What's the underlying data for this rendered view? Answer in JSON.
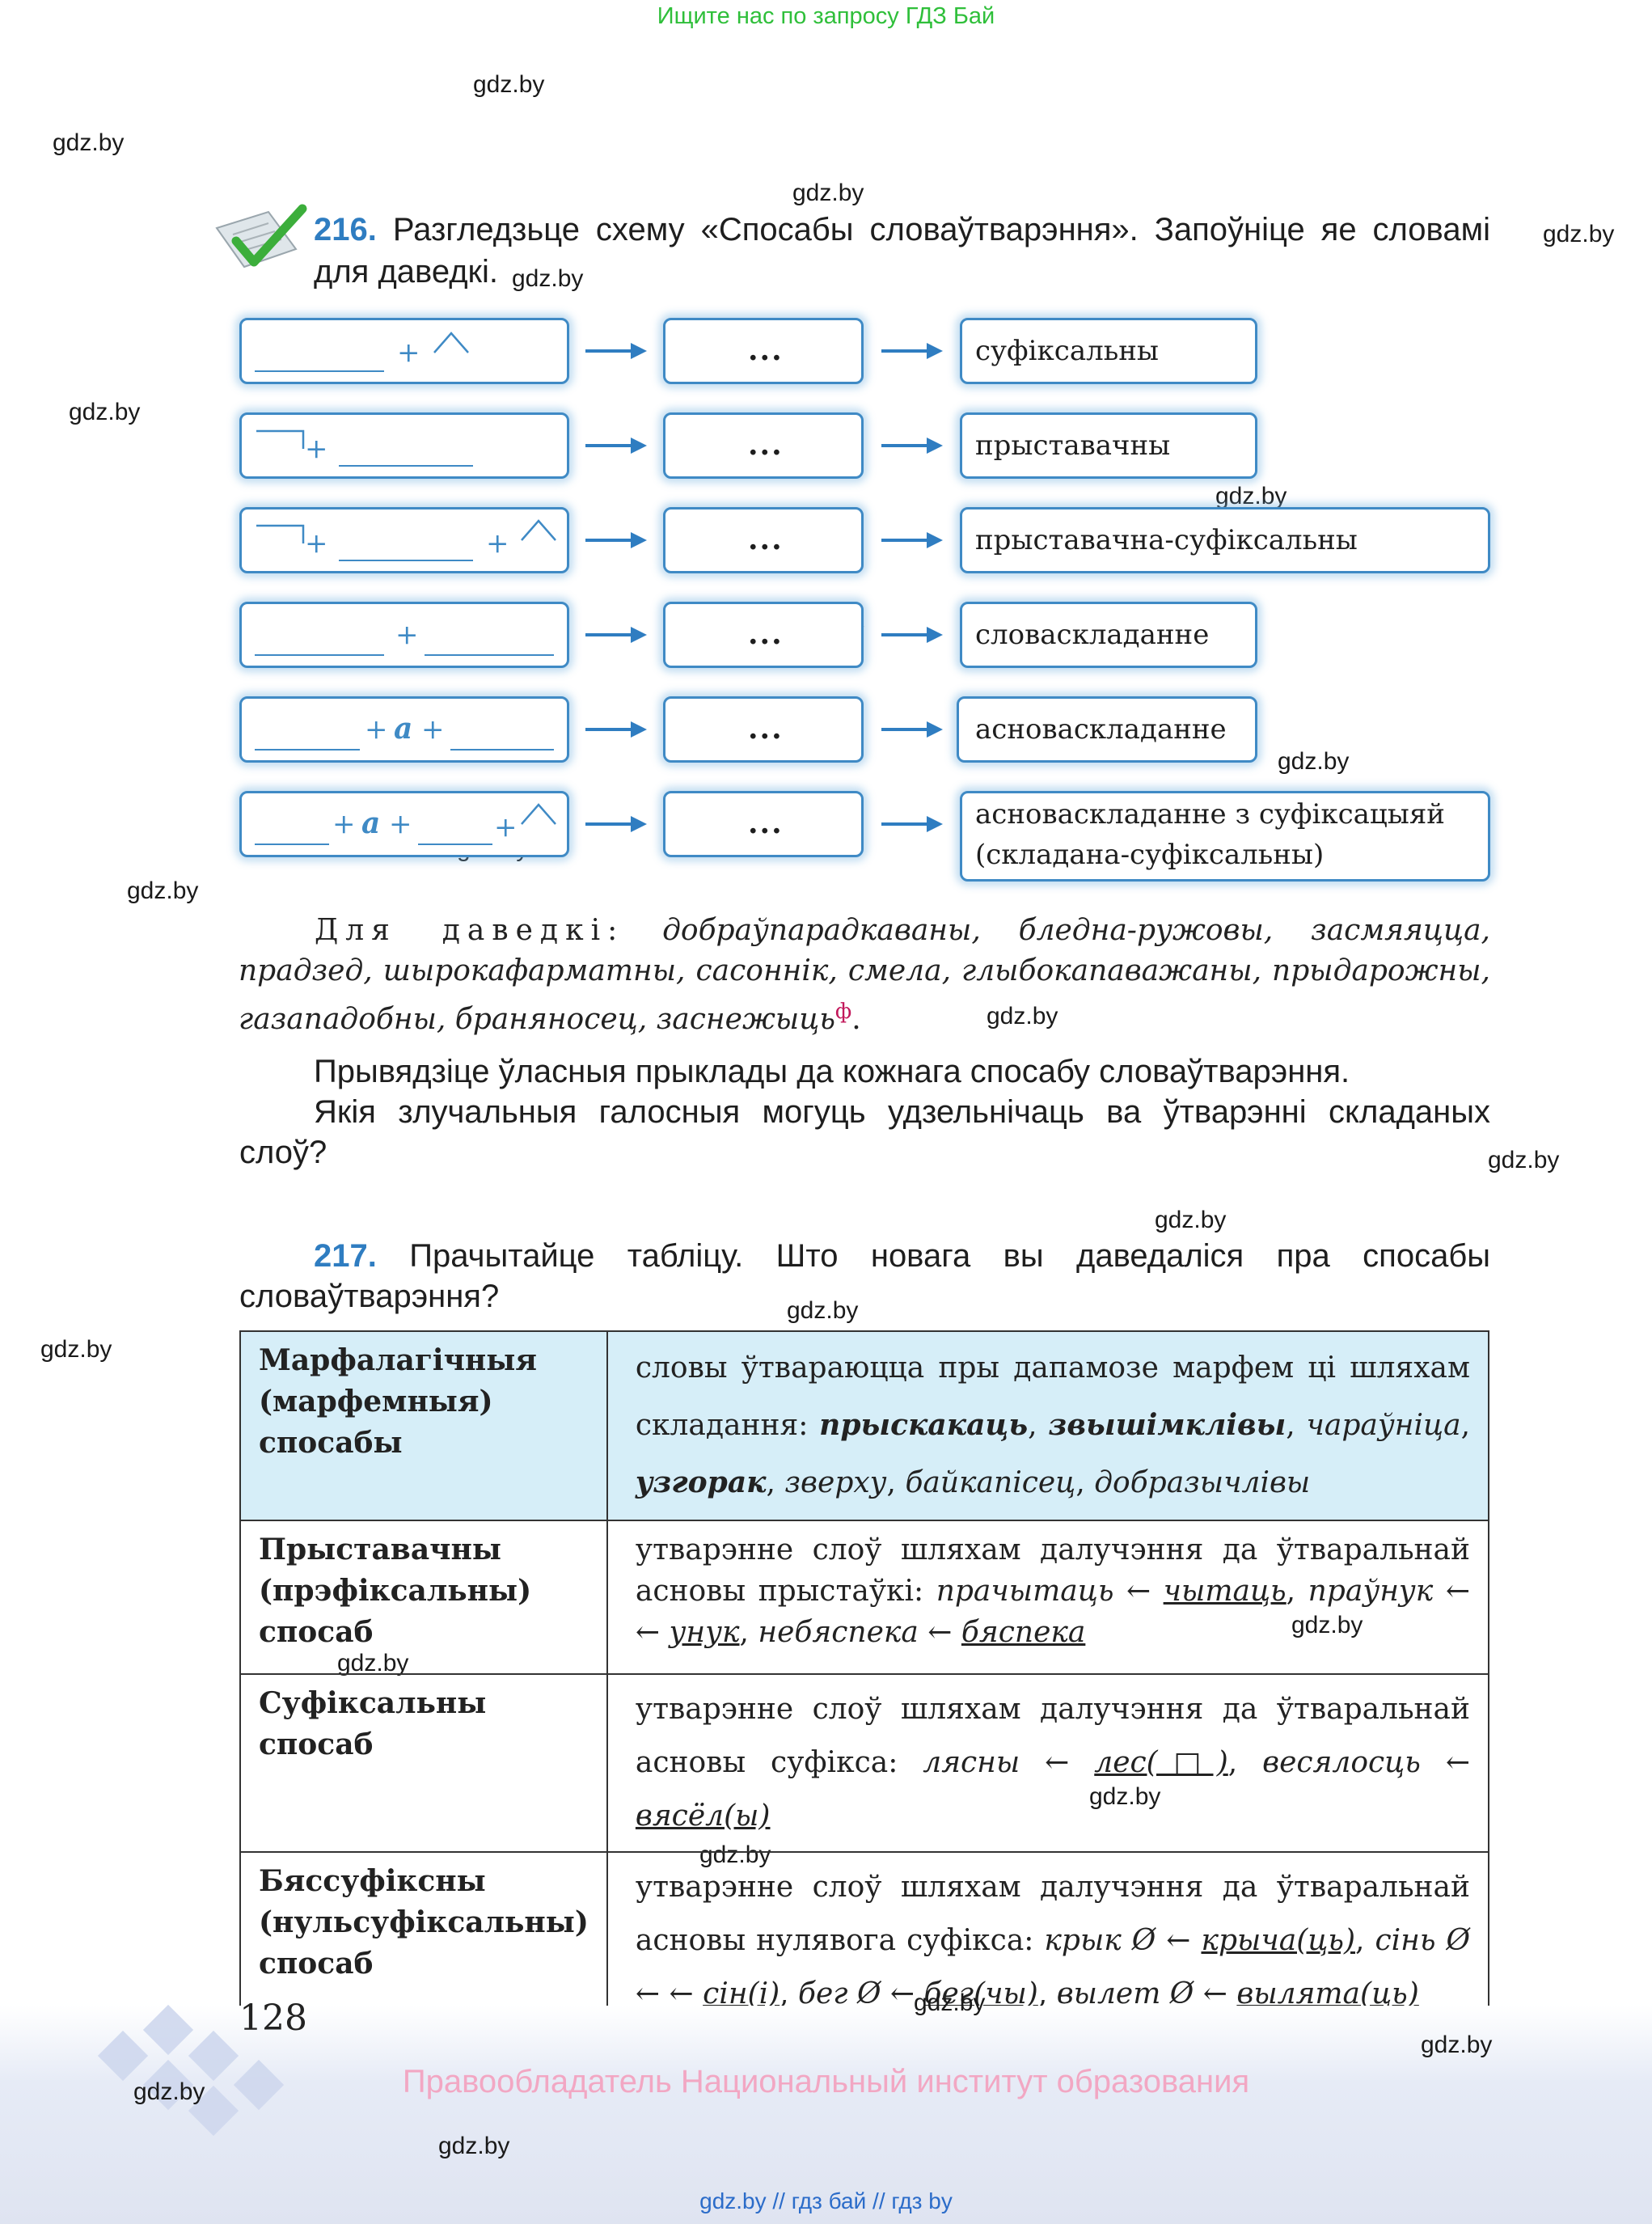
{
  "banner": "Ищите нас по запросу ГДЗ Бай",
  "watermark": "gdz.by",
  "task216": {
    "number": "216.",
    "text": "Разгледзьце схему «Спосабы словаўтварэння». Запоўніце яе словамі для даведкі."
  },
  "scheme": {
    "middle": "...",
    "connector_a": "a",
    "plus": "+",
    "results": [
      "суфіксальны",
      "прыставачны",
      "прыставачна-суфіксальны",
      "словаскладанне",
      "асноваскладанне",
      "асноваскладанне з суфіксацыяй",
      "(складана-суфіксальны)"
    ]
  },
  "reference": {
    "label": "Для даведкі:",
    "words": "добраўпарадкаваны, бледна-ружовы, засмяяцца, прадзед, шырокафарматны, сасоннік, смела, глыбокапаважаны, прыдарожны, газападобны, браняносец, заснежыць",
    "mark": "ф",
    "end": "."
  },
  "questions": [
    "Прывядзіце ўласныя прыклады да кожнага спосабу словаўтварэння.",
    "Якія злучальныя галосныя могуць удзельнічаць ва ўтварэнні складаных слоў?"
  ],
  "task217": {
    "number": "217.",
    "text": "Прачытайце табліцу. Што новага вы даведаліся пра спосабы словаўтварэння?"
  },
  "table": {
    "row1": {
      "header": [
        "Марфалагічныя",
        "(марфемныя)",
        "спосабы"
      ],
      "intro": "словы ўтвараюцца пры дапамозе марфем ці шляхам складання:",
      "ex1": "прыскакаць",
      "ex2": "звышімклівы",
      "ex3": "чараўніца",
      "ex4": "узгорак",
      "ex5": "зверху",
      "ex6": "байкапісец",
      "ex7": "добразычлівы"
    },
    "row2": {
      "header": [
        "Прыставачны",
        "(прэфіксальны)",
        "спосаб"
      ],
      "intro": "утварэнне слоў шляхам далучэння да ўтваральнай асновы прыстаўкі:",
      "ex1": "прачытаць",
      "arrow": "←",
      "ex2": "чытаць",
      "ex3": "праўнук",
      "ex4": "унук",
      "ex5": "небяспека",
      "ex6": "бяспека"
    },
    "row3": {
      "header": [
        "Суфіксальны",
        "спосаб"
      ],
      "intro": "утварэнне слоў шляхам далучэння да ўтваральнай асновы суфікса:",
      "ex1": "лясны",
      "ex2": "лес(□)",
      "ex3": "весялосць",
      "ex4": "вясёл(ы)"
    },
    "row4": {
      "header": [
        "Бяссуфіксны",
        "(нульсуфіксальны)",
        "спосаб"
      ],
      "intro": "утварэнне слоў шляхам далучэння да ўтваральнай асновы нулявога суфікса:",
      "ex1": "крык Ø",
      "ex2": "крыча(ць)",
      "ex3": "сінь Ø",
      "ex4": "сін(і)",
      "ex5": "бег Ø",
      "ex6": "бег(чы)",
      "ex7": "вылет Ø",
      "ex8": "вылята(ць)"
    }
  },
  "page_number": "128",
  "rights": "Правообладатель Национальный институт образования",
  "bottom_links": "gdz.by  //  гдз бай  //  гдз by"
}
